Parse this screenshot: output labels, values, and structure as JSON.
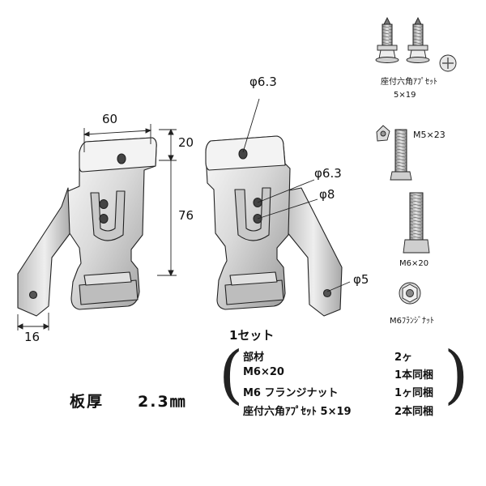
{
  "diagram": {
    "dimensions": {
      "width": "60",
      "top_height": "20",
      "height": "76",
      "bottom_offset": "16",
      "hole_top": "φ6.3",
      "hole_mid": "φ6.3",
      "hole_lower": "φ8",
      "hole_side": "φ5"
    },
    "hardware": {
      "screw_label": "座付六角ｱﾌﾟｾｯﾄ",
      "screw_size": "5×19",
      "bolt_m5": "M5×23",
      "bolt_m6": "M6×20",
      "flange_nut": "M6ﾌﾗﾝｼﾞﾅｯﾄ"
    }
  },
  "set": {
    "title": "1セット",
    "rows": [
      {
        "item": "部材",
        "qty": "2ヶ"
      },
      {
        "item": "M6×20",
        "qty": "1本同梱"
      },
      {
        "item": "M6 フランジナット",
        "qty": "1ヶ同梱"
      },
      {
        "item": "座付六角ｱﾌﾟｾｯﾄ 5×19",
        "qty": "2本同梱"
      }
    ]
  },
  "plate_thickness": {
    "label": "板厚",
    "value": "2.3㎜"
  }
}
